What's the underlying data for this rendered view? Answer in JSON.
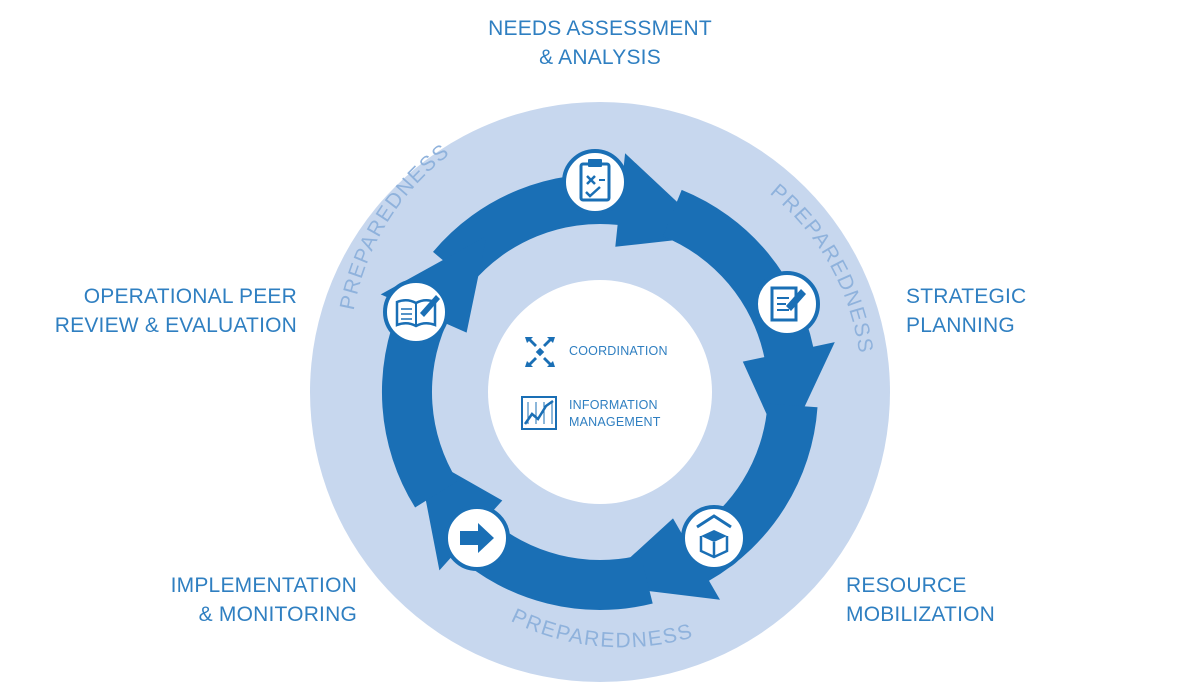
{
  "stages": {
    "needs_assessment": [
      "NEEDS ASSESSMENT",
      "& ANALYSIS"
    ],
    "strategic_planning": [
      "STRATEGIC",
      "PLANNING"
    ],
    "resource_mobilization": [
      "RESOURCE",
      "MOBILIZATION"
    ],
    "implementation": [
      "IMPLEMENTATION",
      "& MONITORING"
    ],
    "peer_review": [
      "OPERATIONAL PEER",
      "REVIEW & EVALUATION"
    ]
  },
  "ring_label": "PREPAREDNESS",
  "center": {
    "coordination": "COORDINATION",
    "information_management": [
      "INFORMATION",
      "MANAGEMENT"
    ]
  },
  "colors": {
    "ring": "#c7d7ee",
    "arrow": "#1a6fb5",
    "text": "#2f7fc1",
    "ring_text": "#8fb2dc"
  },
  "icons": {
    "needs_assessment": "clipboard-checklist-icon",
    "strategic_planning": "document-pen-icon",
    "resource_mobilization": "open-box-icon",
    "implementation": "right-arrow-icon",
    "peer_review": "open-book-pen-icon",
    "coordination": "converging-arrows-icon",
    "information_management": "line-chart-icon"
  }
}
